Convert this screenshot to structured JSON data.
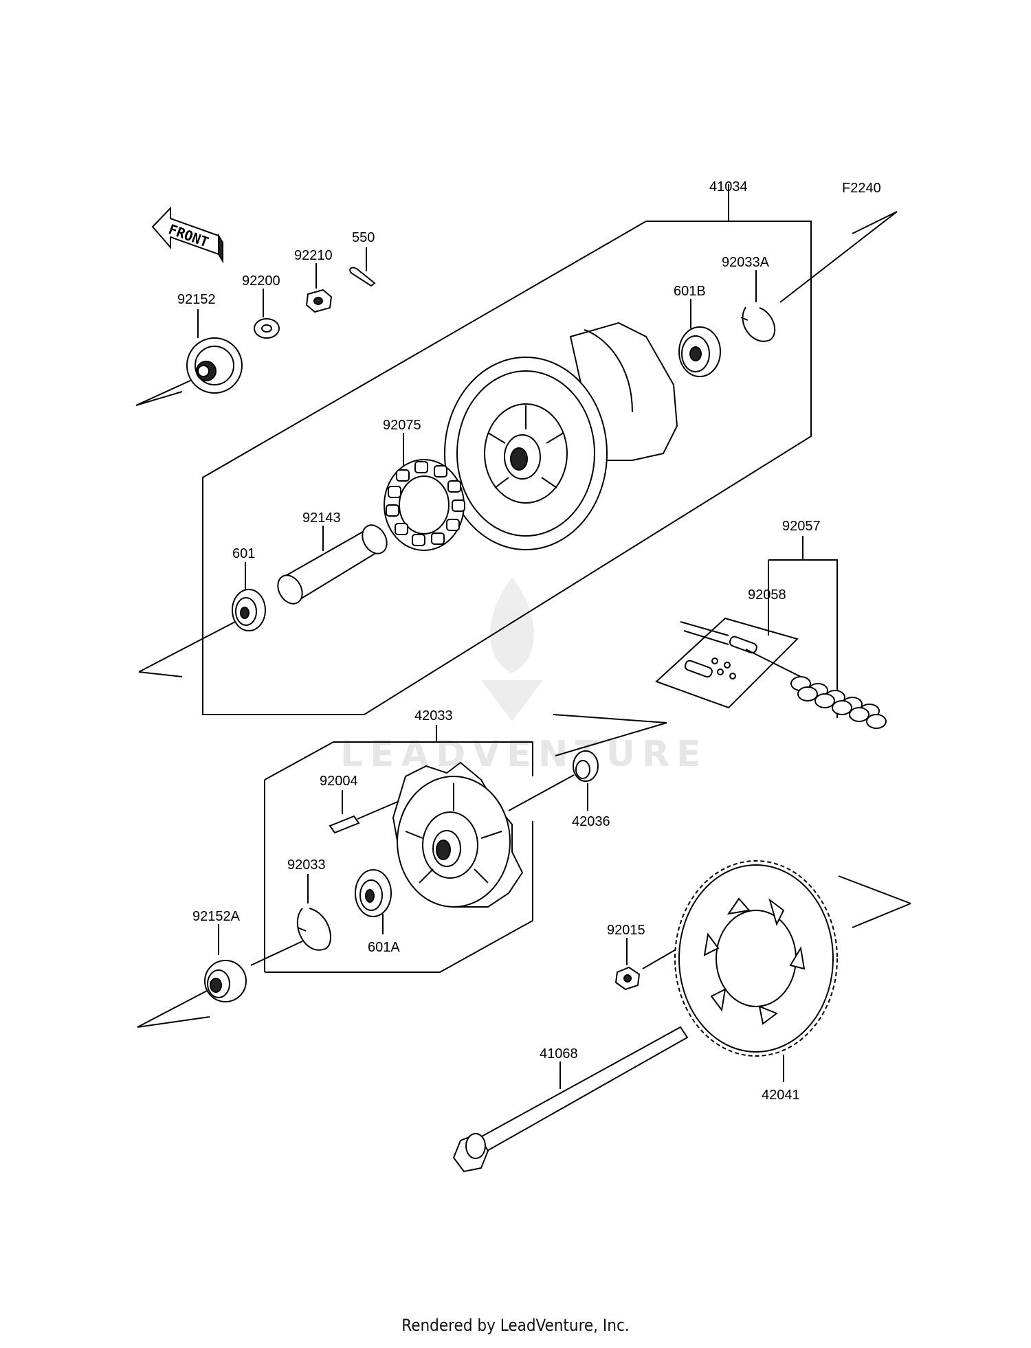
{
  "figure_code": "F2240",
  "front_arrow_label": "FRONT",
  "watermark": "LEADVENTURE",
  "footer": "Rendered by LeadVenture, Inc.",
  "callouts": {
    "c41034": "41034",
    "c550": "550",
    "c92210": "92210",
    "c92200": "92200",
    "c92152": "92152",
    "c92033A": "92033A",
    "c601B": "601B",
    "c92075": "92075",
    "c92143": "92143",
    "c601": "601",
    "c92057": "92057",
    "c92058": "92058",
    "c42033": "42033",
    "c92004": "92004",
    "c42036": "42036",
    "c92033": "92033",
    "c92152A": "92152A",
    "c601A": "601A",
    "c92015": "92015",
    "c41068": "41068",
    "c42041": "42041"
  }
}
